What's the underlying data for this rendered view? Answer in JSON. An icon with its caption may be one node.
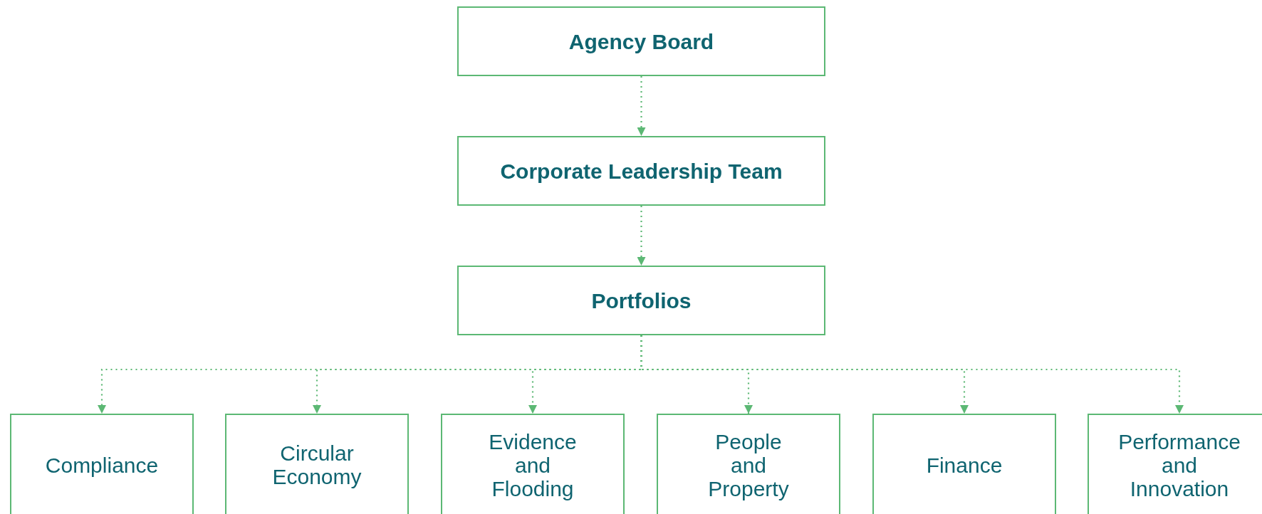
{
  "diagram": {
    "nodes": [
      {
        "text": [
          "Agency Board"
        ]
      },
      {
        "text": [
          "Corporate Leadership Team"
        ]
      },
      {
        "text": [
          "Portfolios"
        ]
      },
      {
        "text": [
          "Compliance"
        ]
      },
      {
        "text": [
          "Circular Economy"
        ]
      },
      {
        "text": [
          "Evidence and Flooding"
        ]
      },
      {
        "text": [
          "People and Property"
        ]
      },
      {
        "text": [
          "Finance"
        ]
      },
      {
        "text": [
          "Performance and Innovation"
        ]
      }
    ],
    "edges": [
      {
        "from": 0,
        "to": 1,
        "arrow": "to",
        "style": "dashed"
      },
      {
        "from": 1,
        "to": 2,
        "arrow": "to",
        "style": "dashed"
      },
      {
        "from": 2,
        "to": 3,
        "arrow": "to",
        "style": "dashed"
      },
      {
        "from": 2,
        "to": 4,
        "arrow": "to",
        "style": "dashed"
      },
      {
        "from": 2,
        "to": 5,
        "arrow": "to",
        "style": "dashed"
      },
      {
        "from": 2,
        "to": 6,
        "arrow": "to",
        "style": "dashed"
      },
      {
        "from": 2,
        "to": 7,
        "arrow": "to",
        "style": "dashed"
      },
      {
        "from": 2,
        "to": 8,
        "arrow": "to",
        "style": "dashed"
      }
    ]
  }
}
